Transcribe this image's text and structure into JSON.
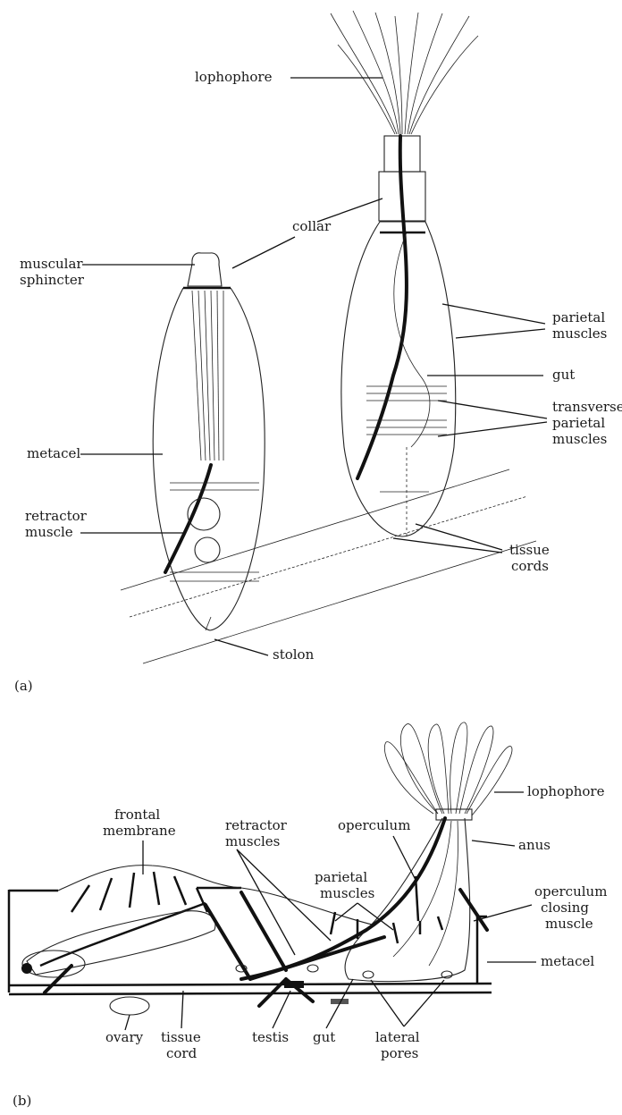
{
  "panel_a": {
    "tag": "(a)",
    "labels": {
      "lophophore": "lophophore",
      "collar": "collar",
      "muscular_sphincter_1": "muscular",
      "muscular_sphincter_2": "sphincter",
      "parietal_muscles_1": "parietal",
      "parietal_muscles_2": "muscles",
      "gut": "gut",
      "transverse_1": "transverse",
      "transverse_2": "parietal",
      "transverse_3": "muscles",
      "metacel": "metacel",
      "retractor_1": "retractor",
      "retractor_2": "muscle",
      "tissue_cords_1": "tissue",
      "tissue_cords_2": "cords",
      "stolon": "stolon"
    }
  },
  "panel_b": {
    "tag": "(b)",
    "labels": {
      "lophophore": "lophophore",
      "frontal_membrane_1": "frontal",
      "frontal_membrane_2": "membrane",
      "retractor_1": "retractor",
      "retractor_2": "muscles",
      "operculum": "operculum",
      "anus": "anus",
      "parietal_1": "parietal",
      "parietal_2": "muscles",
      "op_closing_1": "operculum",
      "op_closing_2": "closing",
      "op_closing_3": "muscle",
      "metacel": "metacel",
      "ovary": "ovary",
      "tissue_cord_1": "tissue",
      "tissue_cord_2": "cord",
      "testis": "testis",
      "gut": "gut",
      "lateral_pores_1": "lateral",
      "lateral_pores_2": "pores"
    }
  }
}
